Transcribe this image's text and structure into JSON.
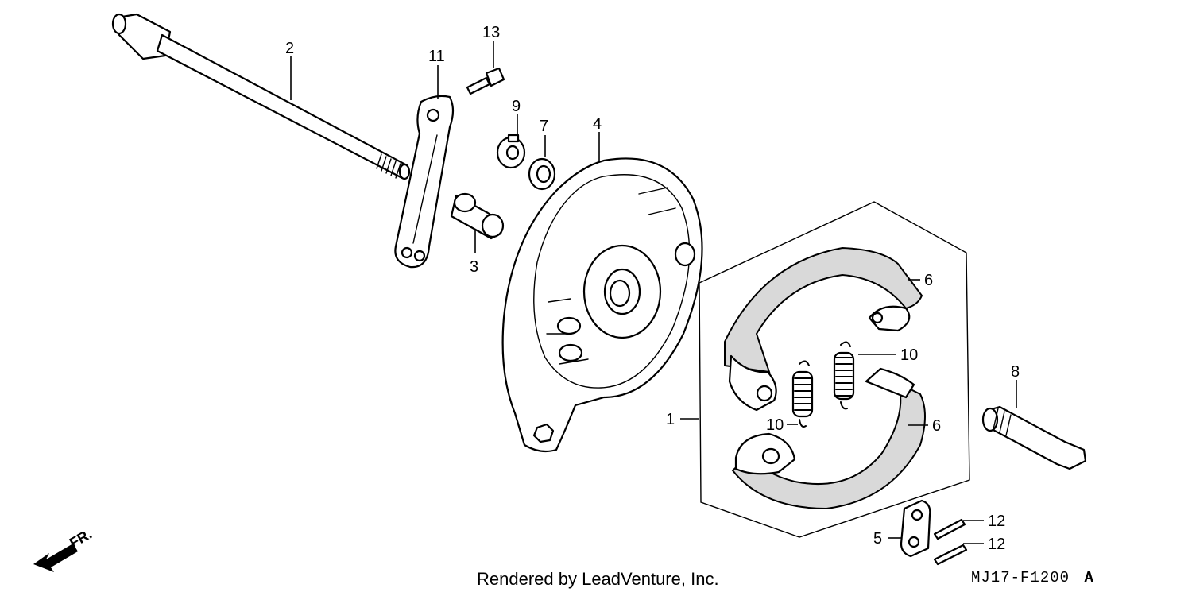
{
  "labels": {
    "l1": "1",
    "l2": "2",
    "l3": "3",
    "l4": "4",
    "l5": "5",
    "l6a": "6",
    "l6b": "6",
    "l7": "7",
    "l8": "8",
    "l9": "9",
    "l10a": "10",
    "l10b": "10",
    "l11": "11",
    "l12a": "12",
    "l12b": "12",
    "l13": "13"
  },
  "direction": {
    "text": "FR."
  },
  "footer": {
    "credit": "Rendered by LeadVenture, Inc.",
    "code": "MJ17-F1200",
    "suffix": "A"
  },
  "icons": [
    "front-direction-arrow-icon"
  ]
}
